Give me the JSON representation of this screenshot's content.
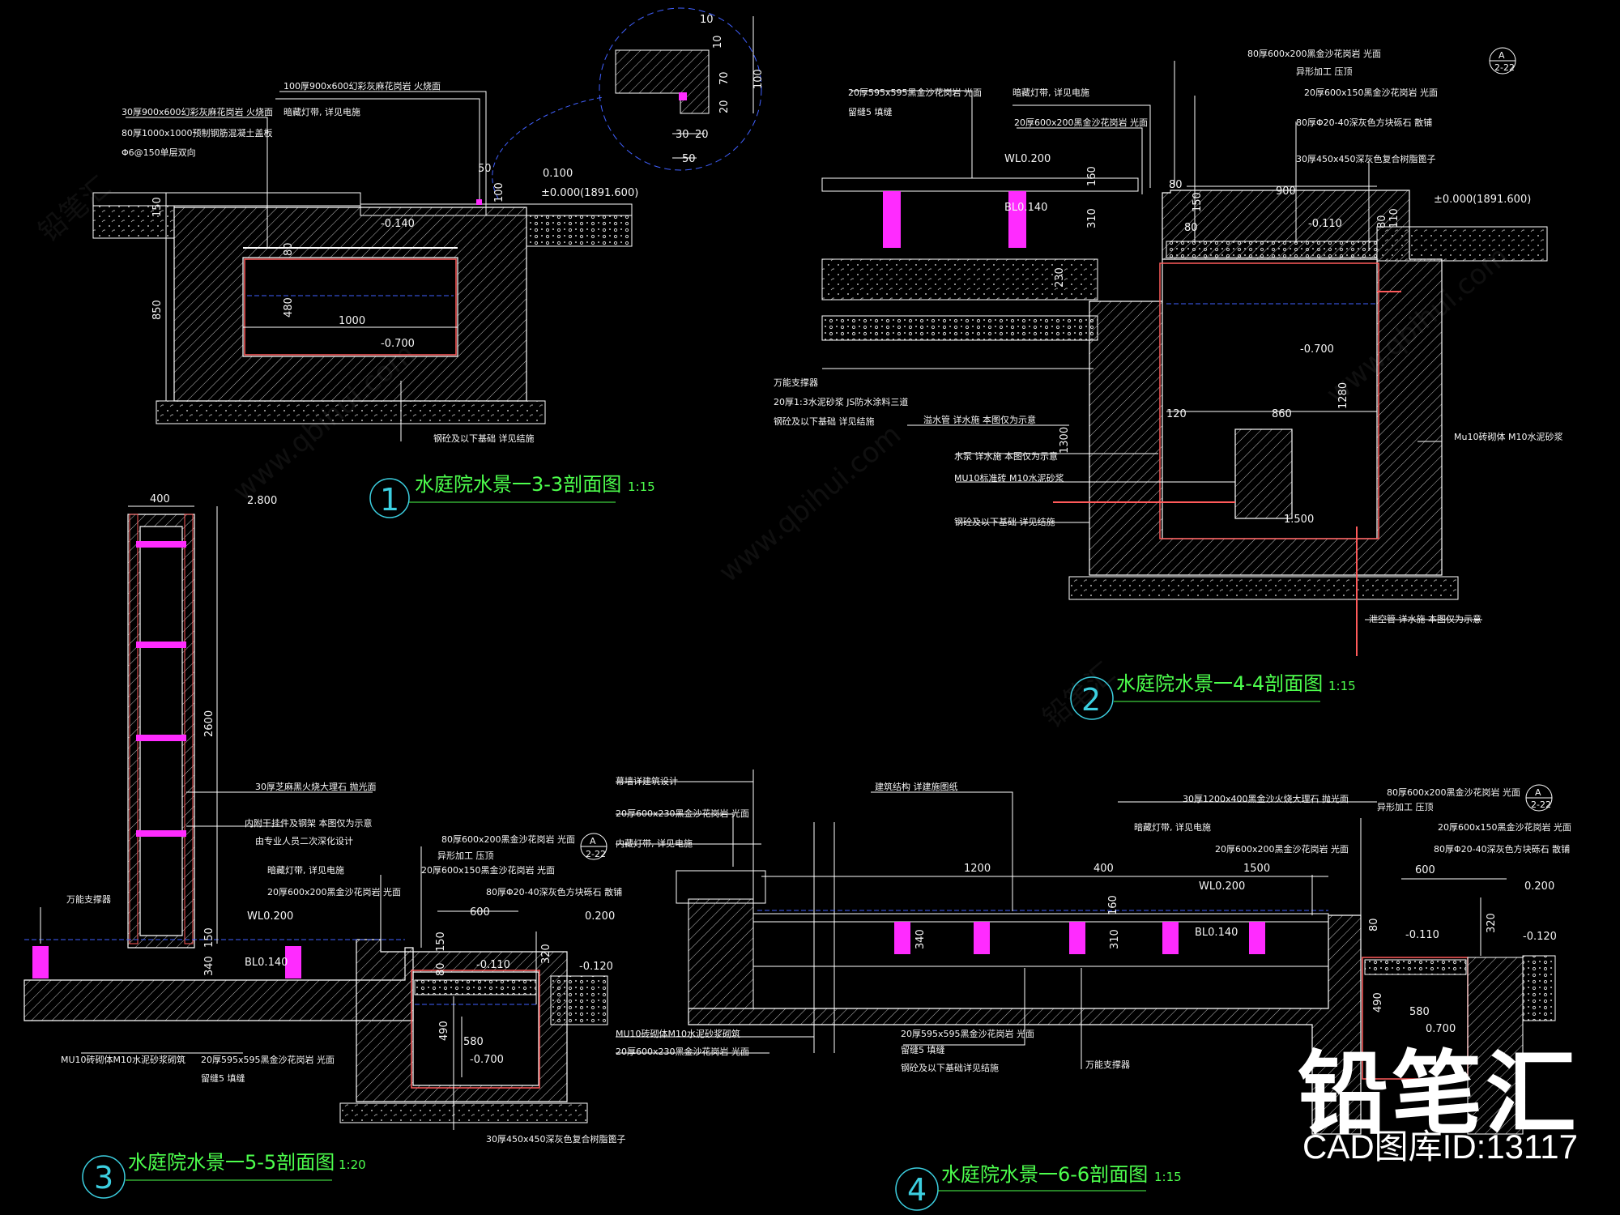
{
  "sheet": {
    "brand": "铅笔汇",
    "brand_id": "CAD图库ID:13117",
    "watermarks": [
      "铅笔汇",
      "www.qbihui.com"
    ]
  },
  "colors": {
    "background": "#000000",
    "structure": "#ffffff",
    "dimension": "#ffffff",
    "title": "#4dff4d",
    "circle": "#3ccfe0",
    "pedestal": "#ff2bff",
    "leader": "#3ccfe0",
    "water": "#4060ff",
    "liner": "#ff5a5a"
  },
  "views": [
    {
      "number": "1",
      "title": "水庭院水景一3-3剖面图",
      "scale": "1:15",
      "labels": [
        "100厚900x600幻彩灰麻花岗岩 火烧面",
        "30厚900x600幻彩灰麻花岗岩 火烧面",
        "暗藏灯带, 详见电施",
        "80厚1000x1000预制钢筋混凝土盖板",
        "Φ6@150单层双向",
        "钢砼及以下基础 详见结施"
      ],
      "dims": [
        "10",
        "10",
        "70",
        "20",
        "100",
        "30",
        "20",
        "50",
        "50",
        "100",
        "0.100",
        "±0.000(1891.600)",
        "-0.140",
        "850",
        "150",
        "80",
        "480",
        "1000",
        "-0.700"
      ]
    },
    {
      "number": "2",
      "title": "水庭院水景一4-4剖面图",
      "scale": "1:15",
      "labels": [
        "80厚600x200黑金沙花岗岩 光面",
        "20厚595x595黑金沙花岗岩 光面",
        "留缝5 填缝",
        "暗藏灯带, 详见电施",
        "20厚600x150黑金沙花岗岩 光面",
        "20厚600x200黑金沙花岗岩 光面",
        "80厚Φ20-40深灰色方块砾石 散铺",
        "30厚450x450深灰色复合树脂篦子",
        "异形加工 压顶",
        "万能支撑器",
        "20厚1:3水泥砂浆 JS防水涂料三道",
        "钢砼及以下基础 详见结施",
        "溢水管 详水施 本图仅为示意",
        "水泵 详水施 本图仅为示意",
        "MU10标准砖 M10水泥砂浆",
        "钢砼及以下基础 详见结施",
        "泄空管 详水施 本图仅为示意",
        "Mu10砖砌体 M10水泥砂浆"
      ],
      "dims": [
        "WL0.200",
        "160",
        "310",
        "BL0.140",
        "230",
        "80",
        "150",
        "80",
        "900",
        "-0.110",
        "80",
        "110",
        "±0.000(1891.600)",
        "-0.700",
        "120",
        "860",
        "1280",
        "1300",
        "1.500"
      ],
      "tag": {
        "letter": "A",
        "sheet": "2-22"
      }
    },
    {
      "number": "3",
      "title": "水庭院水景一5-5剖面图",
      "scale": "1:20",
      "labels": [
        "30厚芝麻黑火烧大理石 抛光面",
        "内附干挂件及钢架 本图仅为示意",
        "由专业人员二次深化设计",
        "80厚600x200黑金沙花岗岩 光面",
        "异形加工 压顶",
        "暗藏灯带, 详见电施",
        "20厚600x200黑金沙花岗岩 光面",
        "20厚600x150黑金沙花岗岩 光面",
        "80厚Φ20-40深灰色方块砾石 散铺",
        "万能支撑器",
        "MU10砖砌体M10水泥砂浆砌筑",
        "20厚595x595黑金沙花岗岩 光面",
        "留缝5 填缝",
        "30厚450x450深灰色复合树脂篦子"
      ],
      "dims": [
        "400",
        "2.800",
        "2600",
        "WL0.200",
        "150",
        "340",
        "BL0.140",
        "600",
        "0.200",
        "-0.110",
        "-0.120",
        "320",
        "490",
        "580",
        "-0.700",
        "150",
        "80"
      ],
      "tag": {
        "letter": "A",
        "sheet": "2-22"
      }
    },
    {
      "number": "4",
      "title": "水庭院水景一6-6剖面图",
      "scale": "1:15",
      "labels": [
        "幕墙详建筑设计",
        "20厚600x230黑金沙花岗岩 光面",
        "内藏灯带, 详见电施",
        "建筑结构 详建施图纸",
        "30厚1200x400黑金沙火烧大理石 抛光面",
        "80厚600x200黑金沙花岗岩 光面",
        "异形加工 压顶",
        "暗藏灯带, 详见电施",
        "20厚600x150黑金沙花岗岩 光面",
        "20厚600x200黑金沙花岗岩 光面",
        "80厚Φ20-40深灰色方块砾石 散铺",
        "MU10砖砌体M10水泥砂浆砌筑",
        "20厚600x230黑金沙花岗岩 光面",
        "20厚595x595黑金沙花岗岩 光面",
        "留缝5 填缝",
        "钢砼及以下基础详见结施",
        "万能支撑器"
      ],
      "dims": [
        "1200",
        "400",
        "1500",
        "WL0.200",
        "600",
        "0.200",
        "340",
        "310",
        "BL0.140",
        "-0.110",
        "-0.120",
        "320",
        "490",
        "580",
        "0.700",
        "80",
        "160"
      ],
      "tag": {
        "letter": "A",
        "sheet": "2-22"
      }
    }
  ]
}
